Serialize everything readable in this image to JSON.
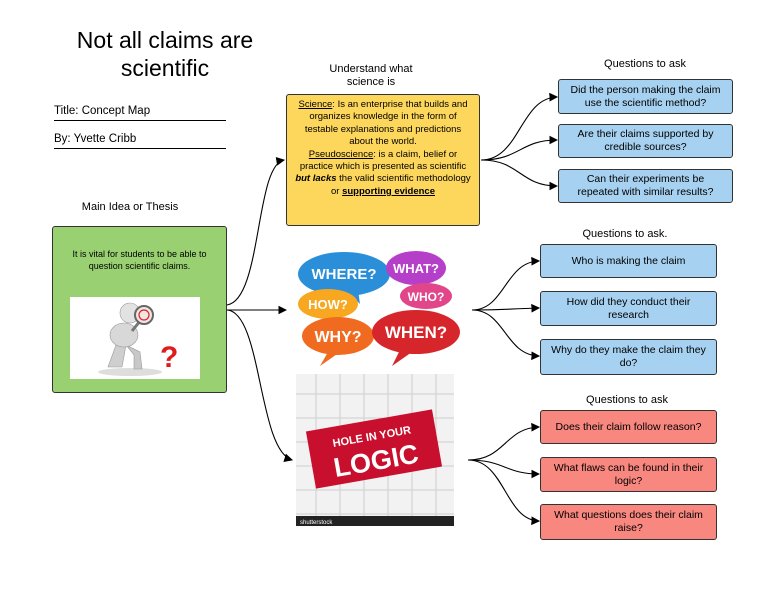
{
  "title": "Not all claims are scientific",
  "meta": {
    "title_line": "Title: Concept Map",
    "by_line": "By: Yvette Cribb"
  },
  "main_idea": {
    "header": "Main Idea or Thesis",
    "text": "It is vital for students to be able to question scientific claims."
  },
  "understand": {
    "header": "Understand what science is",
    "science_term": "Science",
    "science_def": ": Is an enterprise that builds and organizes knowledge in the form of testable explanations and predictions about the world.",
    "pseudo_term": "Pseudoscience",
    "pseudo_def": ": is a claim, belief or practice which is presented as scientific ",
    "but_lacks": "but lacks",
    "pseudo_mid": " the valid scientific methodology or ",
    "supporting": "supporting evidence"
  },
  "group1": {
    "header": "Questions to ask",
    "items": [
      "Did the person making the claim use the scientific method?",
      "Are their claims supported by credible sources?",
      "Can their experiments be repeated with similar results?"
    ]
  },
  "group2": {
    "header": "Questions to ask.",
    "items": [
      "Who is making the claim",
      "How did they conduct their research",
      "Why do they make the claim they do?"
    ]
  },
  "group3": {
    "header": "Questions to ask",
    "items": [
      "Does their claim follow reason?",
      "What flaws can be found in their logic?",
      "What questions does their claim raise?"
    ]
  },
  "bubbles": {
    "where": "WHERE?",
    "what": "WHAT?",
    "how": "HOW?",
    "who": "WHO?",
    "why": "WHY?",
    "when": "WHEN?"
  },
  "logic_image": {
    "line1": "HOLE IN YOUR",
    "line2": "LOGIC",
    "credit": "shutterstock"
  },
  "colors": {
    "yellow": "#fdd65c",
    "green": "#99d172",
    "blue": "#a7d1f0",
    "red": "#f7877f"
  }
}
